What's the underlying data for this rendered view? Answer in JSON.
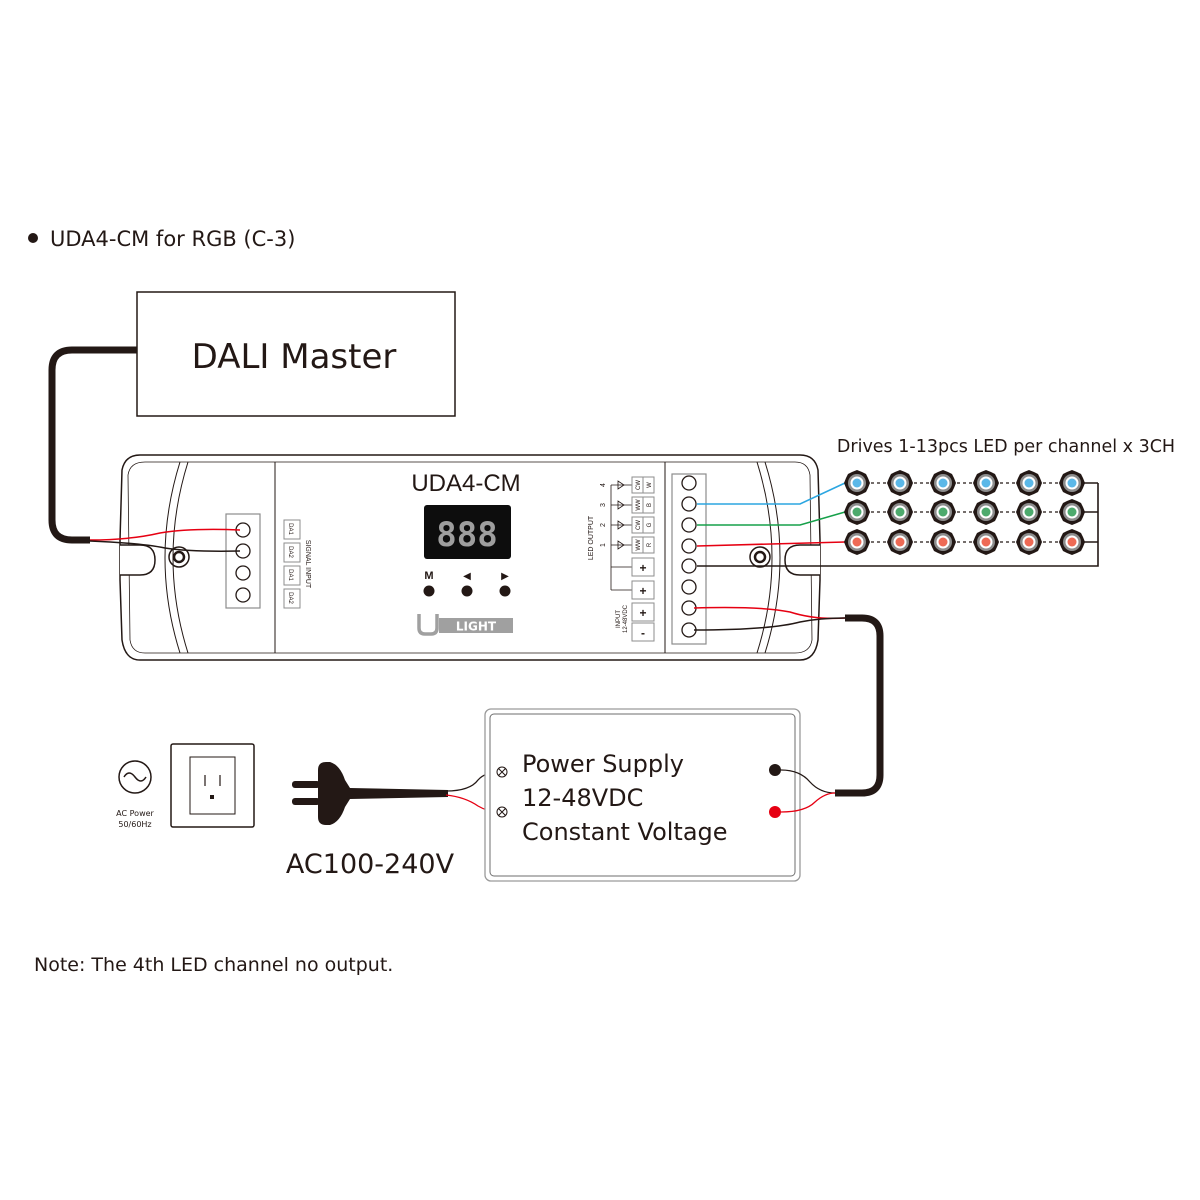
{
  "heading": {
    "bullet": "●",
    "text": "UDA4-CM for RGB (C-3)"
  },
  "dali_master": {
    "label": "DALI Master"
  },
  "controller": {
    "model": "UDA4-CM",
    "display_digits": "888",
    "buttons": [
      {
        "label": "M",
        "icon": "mode"
      },
      {
        "label": "◀",
        "icon": "left-arrow"
      },
      {
        "label": "▶",
        "icon": "right-arrow"
      }
    ],
    "brand": {
      "u": "U",
      "rest": "LIGHT"
    },
    "signal_input": {
      "label": "SIGNAL INPUT",
      "terminals": [
        "DA1",
        "DA2",
        "DA1",
        "DA2"
      ]
    },
    "led_output": {
      "label": "LED OUTPUT",
      "channels": [
        {
          "num": "4",
          "a": "CW",
          "b": "W"
        },
        {
          "num": "3",
          "a": "WW",
          "b": "B"
        },
        {
          "num": "2",
          "a": "CW",
          "b": "G"
        },
        {
          "num": "1",
          "a": "WW",
          "b": "R"
        }
      ],
      "common": [
        "+",
        "+"
      ]
    },
    "power_input": {
      "label_line1": "INPUT",
      "label_line2": "12-48VDC",
      "terminals": [
        "+",
        "-"
      ]
    }
  },
  "led_array": {
    "caption": "Drives 1-13pcs LED per channel x 3CH",
    "rows": [
      {
        "channel": "B",
        "color": "#5bb8e8",
        "count": 6
      },
      {
        "channel": "G",
        "color": "#4daa6d",
        "count": 6
      },
      {
        "channel": "R",
        "color": "#ee6a55",
        "count": 6
      }
    ]
  },
  "wires": {
    "blue": "#2ba6e1",
    "green": "#16a04a",
    "red": "#e60012",
    "black": "#231815"
  },
  "ac_power": {
    "symbol": "~",
    "line1": "AC Power",
    "line2": "50/60Hz"
  },
  "plug": {
    "label": "AC100-240V"
  },
  "power_supply": {
    "line1": "Power Supply",
    "line2": "12-48VDC",
    "line3": "Constant Voltage"
  },
  "note": {
    "text": "Note: The 4th LED channel no output."
  }
}
